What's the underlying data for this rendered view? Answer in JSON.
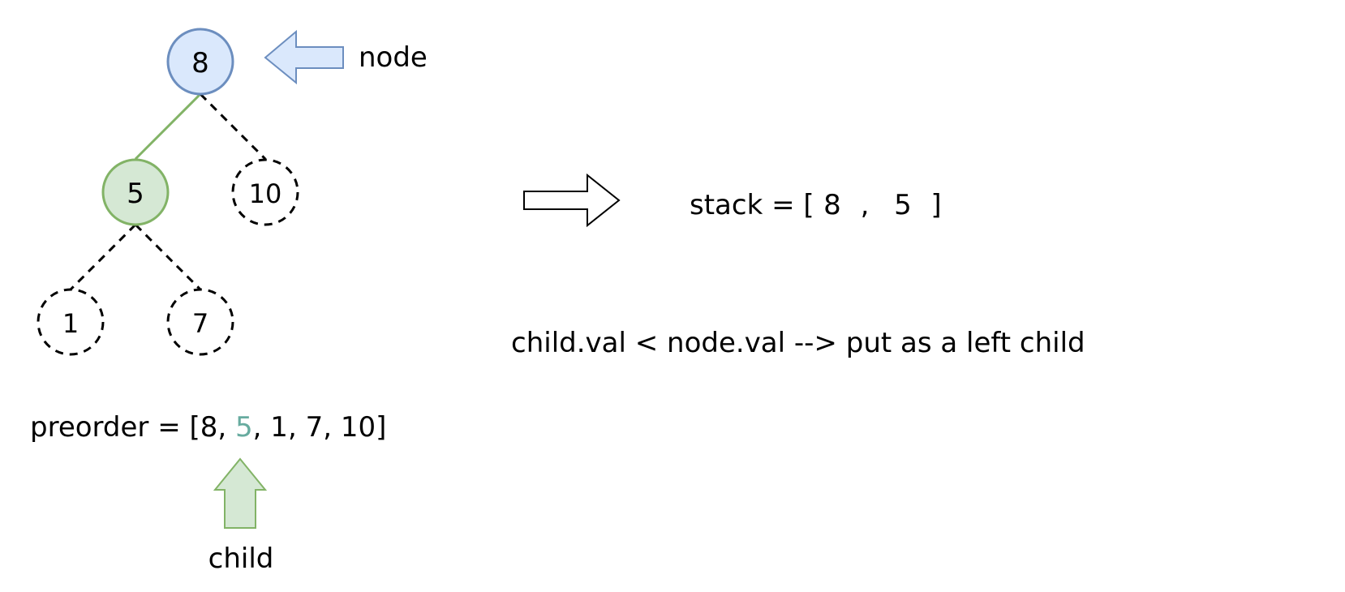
{
  "tree": {
    "nodes": {
      "root": {
        "label": "8",
        "style": "current",
        "fill": "#dae8fc",
        "stroke": "#6c8ebf"
      },
      "left": {
        "label": "5",
        "style": "placed",
        "fill": "#d5e8d4",
        "stroke": "#82b366"
      },
      "right": {
        "label": "10",
        "style": "pending"
      },
      "left_left": {
        "label": "1",
        "style": "pending"
      },
      "left_right": {
        "label": "7",
        "style": "pending"
      }
    }
  },
  "pointers": {
    "node_label": "node",
    "child_label": "child",
    "node_arrow_color": "#dae8fc",
    "child_arrow_color": "#d5e8d4"
  },
  "stack": {
    "prefix": "stack = [",
    "items": [
      "8",
      "5"
    ],
    "separator": ",",
    "suffix": "]"
  },
  "rule": "child.val < node.val --> put as a left child",
  "preorder": {
    "prefix": "preorder = [",
    "items": [
      "8",
      "5",
      "1",
      "7",
      "10"
    ],
    "highlight_index": 1,
    "highlight_color": "#67ab9f",
    "suffix": "]"
  }
}
